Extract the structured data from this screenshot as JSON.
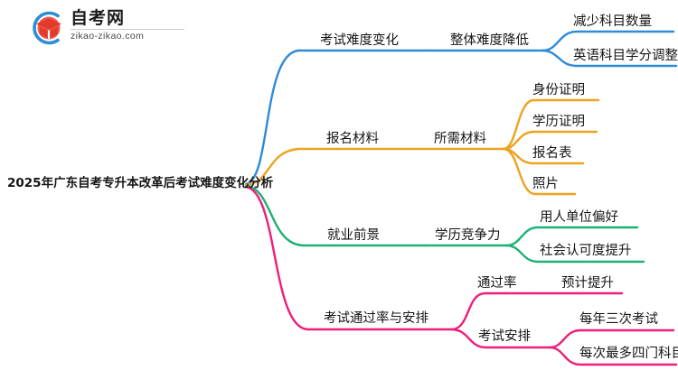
{
  "logo": {
    "name_cn": "自考网",
    "url": "zikao-zikao.com",
    "icon": "graduation-cap-circle-icon",
    "ring_color": "#2a8fd4",
    "cap_color": "#e23b2e"
  },
  "mindmap": {
    "root": {
      "label": "2025年广东自考专升本改革后考试难度变化分析"
    },
    "branches": [
      {
        "color": "#2e8bd8",
        "level1": "考试难度变化",
        "level2": [
          {
            "label": "整体难度降低",
            "level3": [
              "减少科目数量",
              "英语科目学分调整"
            ]
          }
        ]
      },
      {
        "color": "#eda31f",
        "level1": "报名材料",
        "level2": [
          {
            "label": "所需材料",
            "level3": [
              "身份证明",
              "学历证明",
              "报名表",
              "照片"
            ]
          }
        ]
      },
      {
        "color": "#1cb272",
        "level1": "就业前景",
        "level2": [
          {
            "label": "学历竞争力",
            "level3": [
              "用人单位偏好",
              "社会认可度提升"
            ]
          }
        ]
      },
      {
        "color": "#ee1e79",
        "level1": "考试通过率与安排",
        "level2": [
          {
            "label": "通过率",
            "level3": [
              "预计提升"
            ]
          },
          {
            "label": "考试安排",
            "level3": [
              "每年三次考试",
              "每次最多四门科目"
            ]
          }
        ]
      }
    ]
  }
}
